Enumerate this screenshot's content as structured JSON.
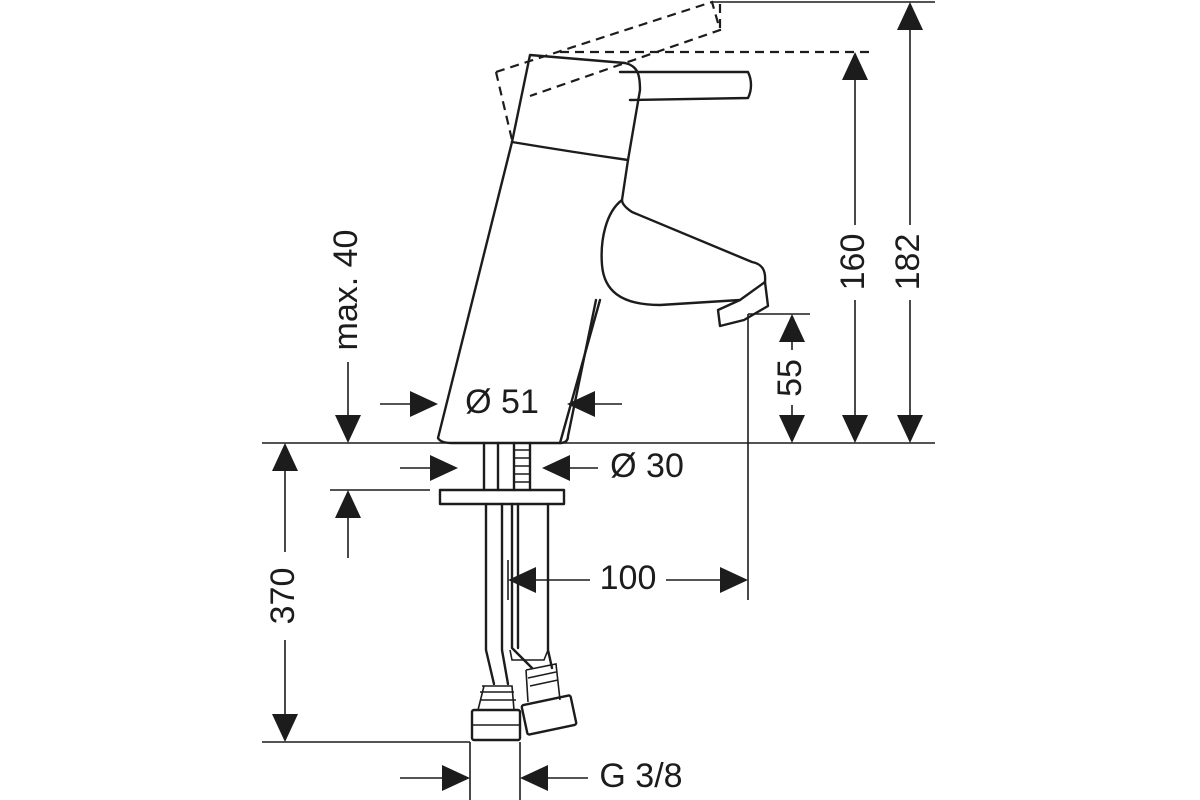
{
  "labels": {
    "max_40": "max. 40",
    "dia_51": "Ø 51",
    "dia_30": "Ø 30",
    "h_55": "55",
    "h_160": "160",
    "h_182": "182",
    "len_370": "370",
    "reach_100": "100",
    "thread": "G 3/8"
  }
}
